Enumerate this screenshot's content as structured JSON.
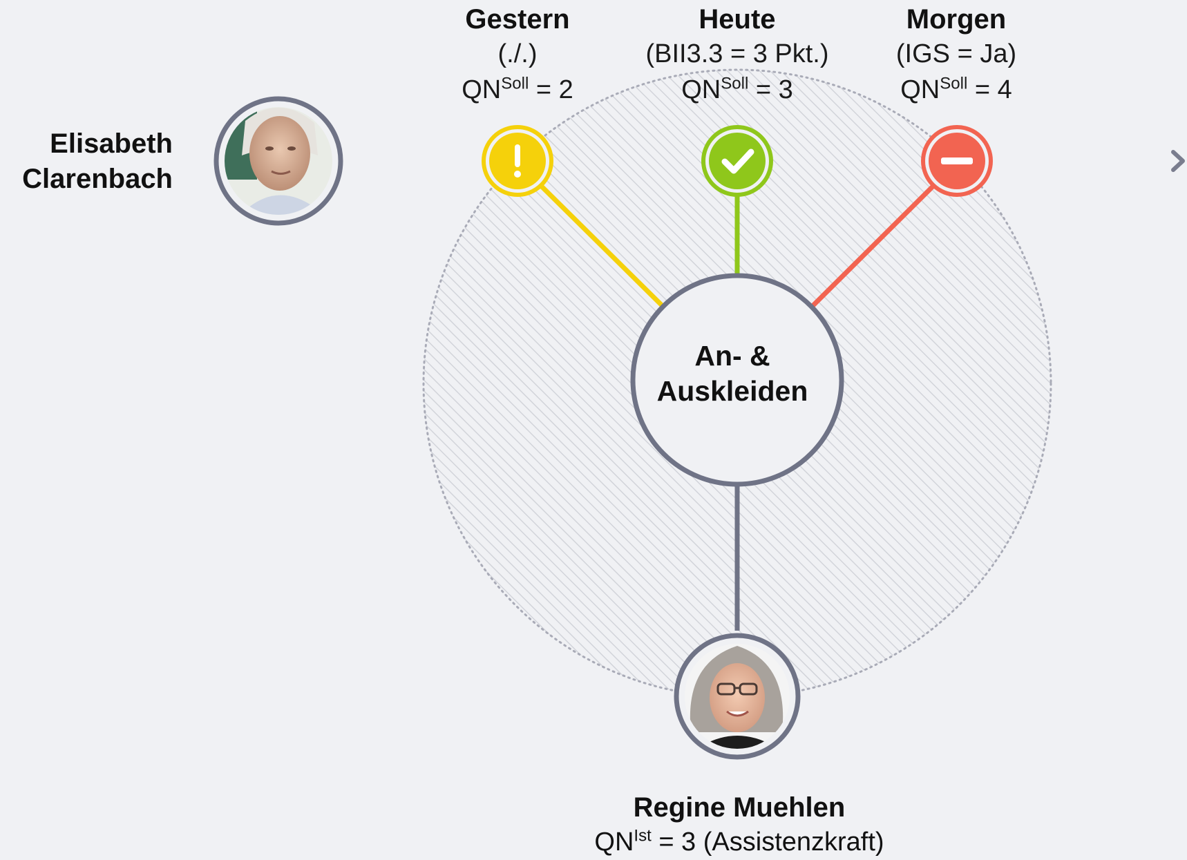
{
  "resident": {
    "name_line1": "Elisabeth",
    "name_line2": "Clarenbach"
  },
  "activity": {
    "line1": "An- &",
    "line2": "Auskleiden"
  },
  "timeline": [
    {
      "title": "Gestern",
      "note": "(./.)",
      "qn_prefix": "QN",
      "qn_sup": "Soll",
      "qn_value": "= 2",
      "status": "warning",
      "color": "#f5d10b"
    },
    {
      "title": "Heute",
      "note": "(BII3.3 = 3 Pkt.)",
      "qn_prefix": "QN",
      "qn_sup": "Soll",
      "qn_value": "= 3",
      "status": "ok",
      "color": "#8fc71b"
    },
    {
      "title": "Morgen",
      "note": "(IGS = Ja)",
      "qn_prefix": "QN",
      "qn_sup": "Soll",
      "qn_value": "= 4",
      "status": "blocked",
      "color": "#f26451"
    }
  ],
  "caregiver": {
    "name": "Regine Muehlen",
    "qn_prefix": "QN",
    "qn_sup": "Ist",
    "qn_value": "= 3 (Assistenzkraft)"
  },
  "colors": {
    "node_ring": "#6f7386",
    "background": "#f0f1f4",
    "hatch": "#d2d4da"
  },
  "icons": {
    "warning": "exclamation-icon",
    "ok": "checkmark-icon",
    "blocked": "minus-icon",
    "timeline_end": "arrow-right-icon"
  }
}
